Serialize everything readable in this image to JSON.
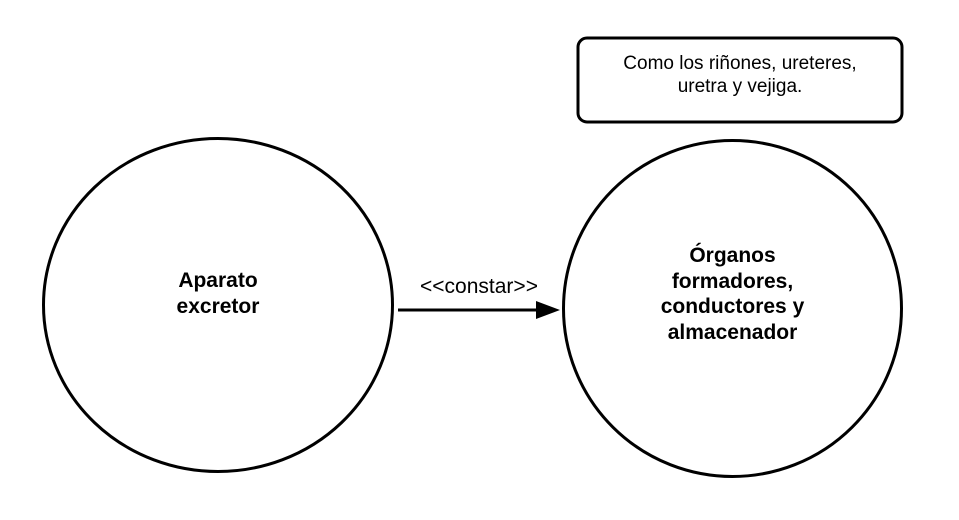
{
  "diagram": {
    "type": "concept-map",
    "background_color": "#ffffff",
    "stroke_color": "#000000",
    "nodes": [
      {
        "id": "aparato-excretor",
        "shape": "circle",
        "label": "Aparato\nexcretor",
        "bold": true
      },
      {
        "id": "organos",
        "shape": "circle",
        "label": "Órganos\nformadores,\nconductores y\nalmacenador",
        "bold": true
      }
    ],
    "note": {
      "id": "note-organos",
      "shape": "rounded-rectangle",
      "text": "Como los riñones, ureteres,\nuretra y vejiga."
    },
    "edges": [
      {
        "id": "edge-constar",
        "from": "aparato-excretor",
        "to": "organos",
        "label": "<<constar>>",
        "arrowhead": "filled-triangle",
        "direction": "left-to-right"
      }
    ]
  }
}
